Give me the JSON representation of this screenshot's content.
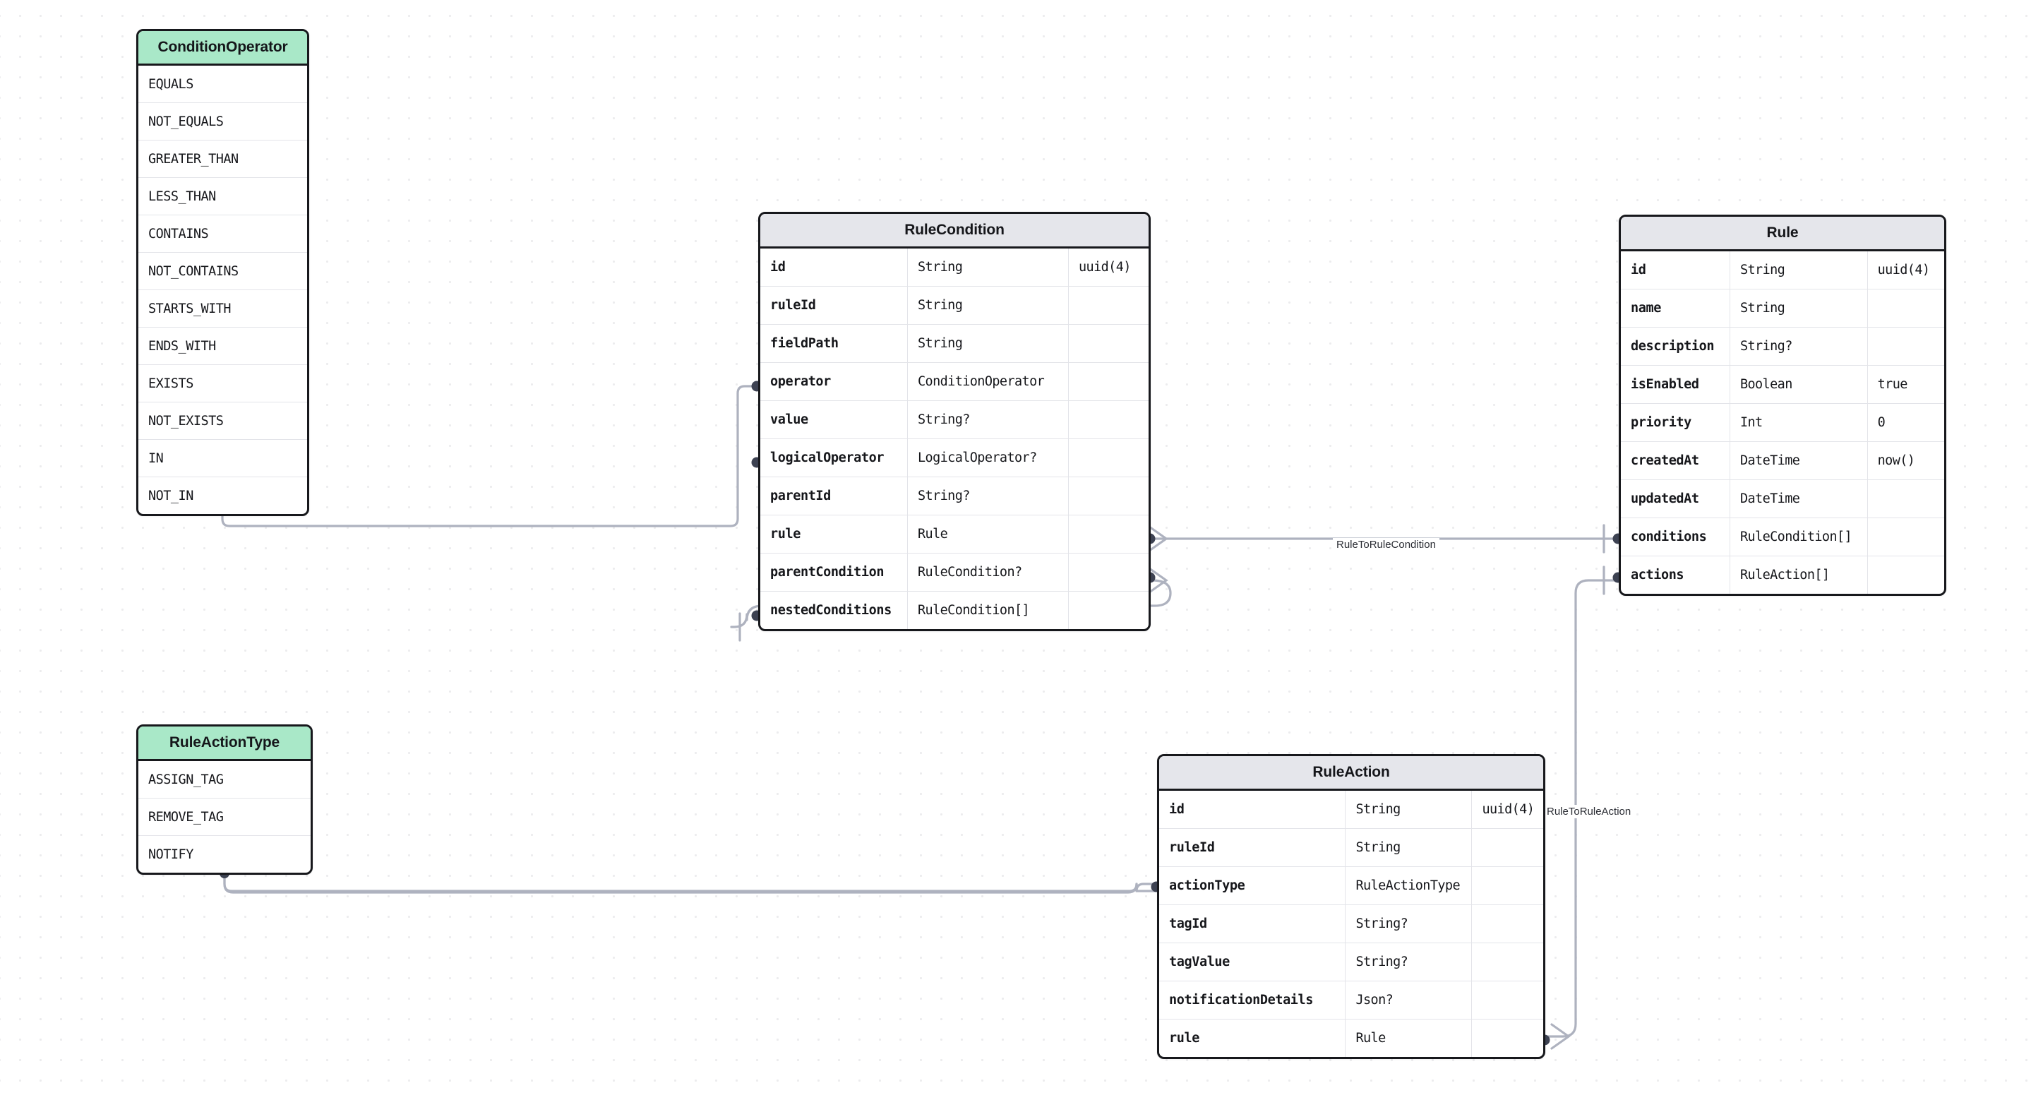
{
  "diagram": {
    "kind": "entity-relationship-diagram",
    "background": "#ffffff",
    "grid": "dot-grid",
    "colors": {
      "model_header": "#e5e6eb",
      "enum_header": "#a9e8c8",
      "border": "#17181c",
      "edge": "#aeb2bf",
      "connector_dot": "#3d4252",
      "row_divider": "#e3e4e9",
      "grid_dot": "#ececee"
    }
  },
  "nodes": [
    {
      "id": "ConditionOperator",
      "title": "ConditionOperator",
      "kind": "enum",
      "values": [
        "EQUALS",
        "NOT_EQUALS",
        "GREATER_THAN",
        "LESS_THAN",
        "CONTAINS",
        "NOT_CONTAINS",
        "STARTS_WITH",
        "ENDS_WITH",
        "EXISTS",
        "NOT_EXISTS",
        "IN",
        "NOT_IN"
      ]
    },
    {
      "id": "RuleCondition",
      "title": "RuleCondition",
      "kind": "model",
      "fields": [
        {
          "name": "id",
          "type": "String",
          "attr": "uuid(4)"
        },
        {
          "name": "ruleId",
          "type": "String",
          "attr": ""
        },
        {
          "name": "fieldPath",
          "type": "String",
          "attr": ""
        },
        {
          "name": "operator",
          "type": "ConditionOperator",
          "attr": ""
        },
        {
          "name": "value",
          "type": "String?",
          "attr": ""
        },
        {
          "name": "logicalOperator",
          "type": "LogicalOperator?",
          "attr": ""
        },
        {
          "name": "parentId",
          "type": "String?",
          "attr": ""
        },
        {
          "name": "rule",
          "type": "Rule",
          "attr": ""
        },
        {
          "name": "parentCondition",
          "type": "RuleCondition?",
          "attr": ""
        },
        {
          "name": "nestedConditions",
          "type": "RuleCondition[]",
          "attr": ""
        }
      ]
    },
    {
      "id": "Rule",
      "title": "Rule",
      "kind": "model",
      "fields": [
        {
          "name": "id",
          "type": "String",
          "attr": "uuid(4)"
        },
        {
          "name": "name",
          "type": "String",
          "attr": ""
        },
        {
          "name": "description",
          "type": "String?",
          "attr": ""
        },
        {
          "name": "isEnabled",
          "type": "Boolean",
          "attr": "true"
        },
        {
          "name": "priority",
          "type": "Int",
          "attr": "0"
        },
        {
          "name": "createdAt",
          "type": "DateTime",
          "attr": "now()"
        },
        {
          "name": "updatedAt",
          "type": "DateTime",
          "attr": ""
        },
        {
          "name": "conditions",
          "type": "RuleCondition[]",
          "attr": ""
        },
        {
          "name": "actions",
          "type": "RuleAction[]",
          "attr": ""
        }
      ]
    },
    {
      "id": "RuleActionType",
      "title": "RuleActionType",
      "kind": "enum",
      "values": [
        "ASSIGN_TAG",
        "REMOVE_TAG",
        "NOTIFY"
      ]
    },
    {
      "id": "RuleAction",
      "title": "RuleAction",
      "kind": "model",
      "fields": [
        {
          "name": "id",
          "type": "String",
          "attr": "uuid(4)"
        },
        {
          "name": "ruleId",
          "type": "String",
          "attr": ""
        },
        {
          "name": "actionType",
          "type": "RuleActionType",
          "attr": ""
        },
        {
          "name": "tagId",
          "type": "String?",
          "attr": ""
        },
        {
          "name": "tagValue",
          "type": "String?",
          "attr": ""
        },
        {
          "name": "notificationDetails",
          "type": "Json?",
          "attr": ""
        },
        {
          "name": "rule",
          "type": "Rule",
          "attr": ""
        }
      ]
    }
  ],
  "edges": [
    {
      "id": "RuleToRuleCondition",
      "label": "RuleToRuleCondition",
      "from": {
        "node": "RuleCondition",
        "field": "rule"
      },
      "to": {
        "node": "Rule",
        "field": "conditions"
      },
      "from_cardinality": "many",
      "to_cardinality": "one"
    },
    {
      "id": "RuleToRuleAction",
      "label": "RuleToRuleAction",
      "from": {
        "node": "RuleAction",
        "field": "rule"
      },
      "to": {
        "node": "Rule",
        "field": "actions"
      },
      "from_cardinality": "many",
      "to_cardinality": "one"
    },
    {
      "id": "RuleConditionSelfRef",
      "label": "",
      "from": {
        "node": "RuleCondition",
        "field": "parentCondition"
      },
      "to": {
        "node": "RuleCondition",
        "field": "nestedConditions"
      },
      "from_cardinality": "many",
      "to_cardinality": "one"
    },
    {
      "id": "ConditionOperatorToRuleCondition",
      "label": "",
      "from": {
        "node": "ConditionOperator",
        "field": ""
      },
      "to": {
        "node": "RuleCondition",
        "field": "operator"
      },
      "from_cardinality": "",
      "to_cardinality": ""
    },
    {
      "id": "RuleActionTypeToRuleAction",
      "label": "",
      "from": {
        "node": "RuleActionType",
        "field": ""
      },
      "to": {
        "node": "RuleAction",
        "field": "actionType"
      },
      "from_cardinality": "",
      "to_cardinality": ""
    }
  ]
}
